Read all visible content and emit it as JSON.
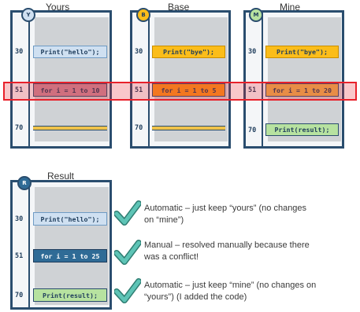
{
  "colors": {
    "border": "#2a4d6e",
    "gray_band": "#cfd2d5",
    "yours_highlight": "#cfe0f1",
    "base_highlight": "#fbbd1a",
    "base_loop": "#f7941d",
    "mine_highlight": "#fbbd1a",
    "mine_loop": "#e9b24f",
    "mine_added": "#b7e2a0",
    "result_loop": "#2f6b96",
    "conflict_band": "#e8202a",
    "check": "#5ec4b6"
  },
  "panels": {
    "yours": {
      "title": "Yours",
      "badge": "Y",
      "badge_color": "#cfe0f1",
      "line_30": "30",
      "line_51": "51",
      "line_70": "70",
      "code_30": "Print(\"hello\");",
      "code_51": "for i = 1 to 10"
    },
    "base": {
      "title": "Base",
      "badge": "B",
      "badge_color": "#fbbd1a",
      "line_30": "30",
      "line_51": "51",
      "line_70": "70",
      "code_30": "Print(\"bye\");",
      "code_51": "for i = 1 to 5"
    },
    "mine": {
      "title": "Mine",
      "badge": "M",
      "badge_color": "#b7e2a0",
      "line_30": "30",
      "line_51": "51",
      "line_70": "70",
      "code_30": "Print(\"bye\");",
      "code_51": "for i = 1 to 20",
      "code_70": "Print(result);"
    },
    "result": {
      "title": "Result",
      "badge": "R",
      "badge_color": "#2f6b96",
      "line_30": "30",
      "line_51": "51",
      "line_70": "70",
      "code_30": "Print(\"hello\");",
      "code_51": "for i = 1 to 25",
      "code_70": "Print(result);"
    }
  },
  "annotations": {
    "line_30": "Automatic – just keep “yours” (no changes on “mine”)",
    "line_51": "Manual – resolved manually because there was a conflict!",
    "line_70": "Automatic – just keep “mine” (no changes on “yours”) (I added the code)"
  }
}
